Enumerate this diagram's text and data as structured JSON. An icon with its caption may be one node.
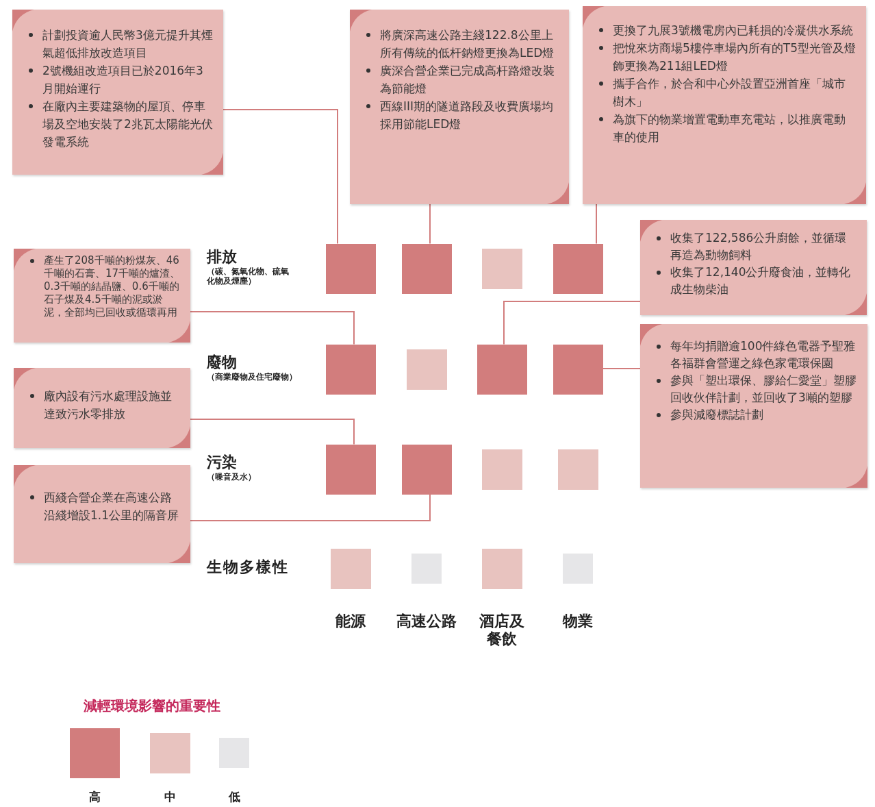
{
  "diagram": {
    "nodes": [
      {
        "text": [
          "計劃投資逾人民幣3億元提升其煙氣超低排放改造項目",
          "2號機組改造項目已於2016年3月開始運行",
          "在廠內主要建築物的屋頂、停車場及空地安裝了2兆瓦太陽能光伏發電系統"
        ]
      },
      {
        "text": [
          "將廣深高速公路主綫122.8公里上所有傳統的低杆鈉燈更換為LED燈",
          "廣深合營企業已完成高杆路燈改裝為節能燈",
          "西線III期的隧道路段及收費廣場均採用節能LED燈"
        ]
      },
      {
        "text": [
          "更換了九展3號機電房內已耗損的冷凝供水系統",
          "把悅來坊商場5樓停車場內所有的T5型光管及燈飾更換為211組LED燈",
          "攜手合作，於合和中心外設置亞洲首座「城市樹木」",
          "為旗下的物業增置電動車充電站，以推廣電動車的使用"
        ]
      },
      {
        "text": [
          "收集了122,586公升廚餘，並循環再造為動物飼料",
          "收集了12,140公升廢食油，並轉化成生物柴油"
        ]
      },
      {
        "text": [
          "產生了208千噸的粉煤灰、46千噸的石膏、17千噸的爐渣、0.3千噸的結晶鹽、0.6千噸的石子煤及4.5千噸的泥或淤泥，全部均已回收或循環再用"
        ]
      },
      {
        "text": [
          "每年均捐贈逾100件綠色電器予聖雅各福群會營運之綠色家電環保園",
          "參與「塑出環保、膠給仁愛堂」塑膠回收伙伴計劃，並回收了3噸的塑膠",
          "參與減廢標誌計劃"
        ]
      },
      {
        "text": [
          "廠內設有污水處理設施並達致污水零排放"
        ]
      },
      {
        "text": [
          "西綫合營企業在高速公路沿綫增設1.1公里的隔音屏"
        ]
      },
      {
        "text": [],
        "shape": "box"
      },
      {
        "text": [],
        "shape": "box"
      },
      {
        "text": [],
        "shape": "box"
      },
      {
        "text": [],
        "shape": "box"
      },
      {
        "text": [],
        "shape": "box"
      },
      {
        "text": [],
        "shape": "box"
      },
      {
        "text": [],
        "shape": "box"
      },
      {
        "text": [],
        "shape": "box"
      },
      {
        "text": [],
        "shape": "box"
      },
      {
        "text": [],
        "shape": "box"
      },
      {
        "text": [],
        "shape": "box"
      },
      {
        "text": [],
        "shape": "box"
      },
      {
        "text": [],
        "shape": "box"
      },
      {
        "text": [],
        "shape": "box"
      },
      {
        "text": [],
        "shape": "box"
      },
      {
        "text": [],
        "shape": "box"
      }
    ],
    "edges": [
      {
        "from": 0,
        "to": 8,
        "arrow": "none"
      },
      {
        "from": 1,
        "to": 9,
        "arrow": "none"
      },
      {
        "from": 2,
        "to": 11,
        "arrow": "none"
      },
      {
        "from": 3,
        "to": 14,
        "arrow": "none"
      },
      {
        "from": 4,
        "to": 12,
        "arrow": "none"
      },
      {
        "from": 5,
        "to": 15,
        "arrow": "none"
      },
      {
        "from": 6,
        "to": 16,
        "arrow": "none"
      },
      {
        "from": 7,
        "to": 17,
        "arrow": "none"
      }
    ],
    "labels": [
      "排放",
      "（碳、氮氧化物、硫氧化物及煙塵）",
      "廢物",
      "（商業廢物及住宅廢物）",
      "污染",
      "（噪音及水）",
      "生物多樣性",
      "能源",
      "高速公路",
      "酒店及餐飲",
      "物業",
      "減輕環境影響的重要性"
    ],
    "legend": [
      {
        "text": "高",
        "color": "#d27d7d"
      },
      {
        "text": "中",
        "color": "#e8c3bf"
      },
      {
        "text": "低",
        "color": "#e6e6e8"
      }
    ]
  }
}
